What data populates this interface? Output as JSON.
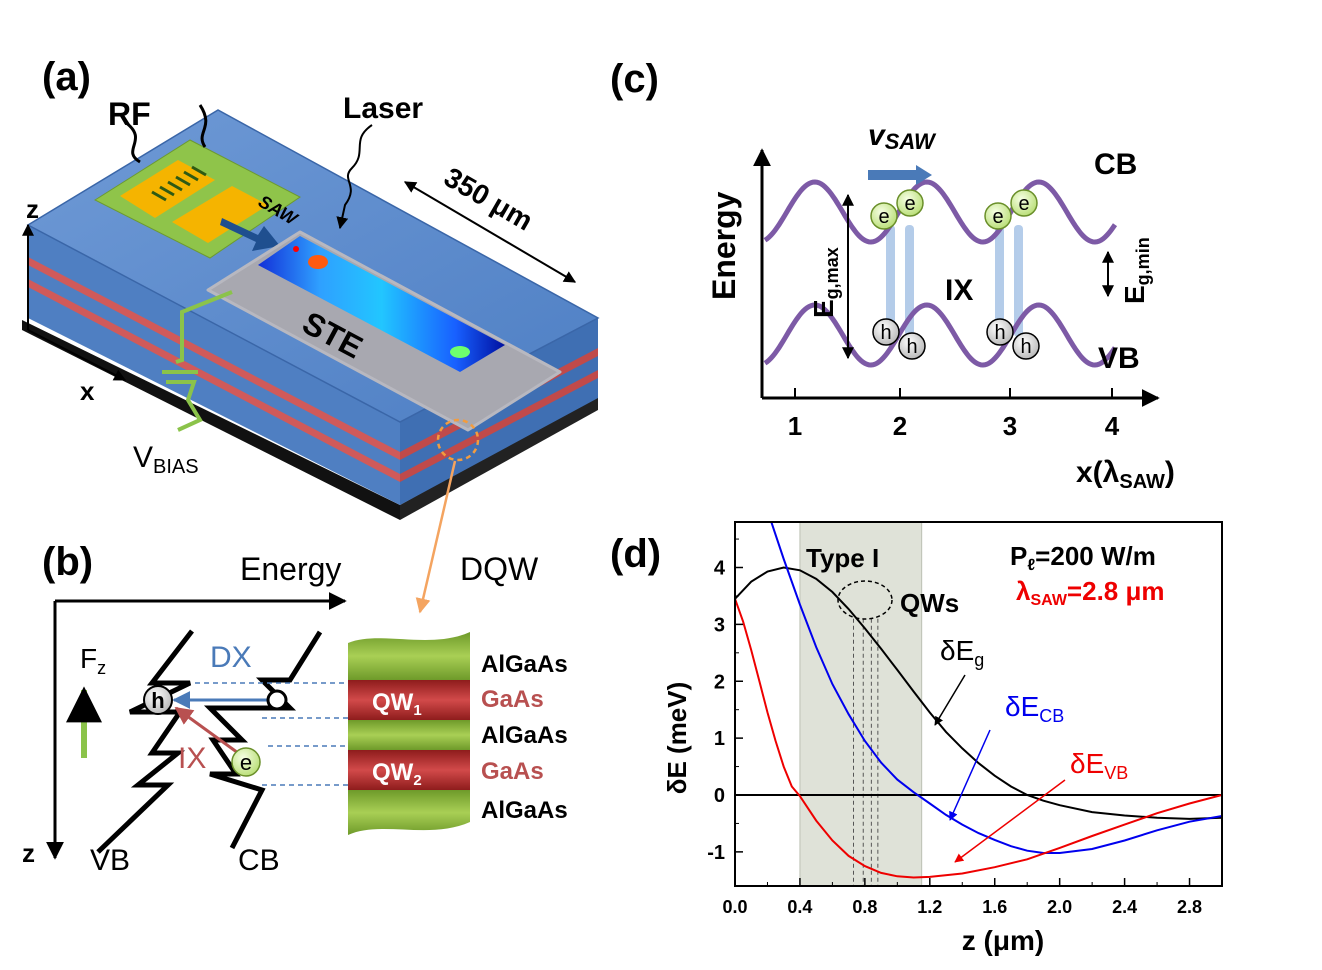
{
  "panel_a": {
    "label": "(a)",
    "rf": "RF",
    "laser": "Laser",
    "saw": "SAW",
    "size": "350 μm",
    "ste": "STE",
    "axis_z": "z",
    "axis_x": "x",
    "vbias_main": "V",
    "vbias_sub": "BIAS"
  },
  "panel_b": {
    "label": "(b)",
    "energy": "Energy",
    "dqw": "DQW",
    "fz_main": "F",
    "fz_sub": "z",
    "dx": "DX",
    "ix": "IX",
    "hole": "h",
    "electron": "e",
    "axis_z": "z",
    "vb": "VB",
    "cb": "CB",
    "qw1_main": "QW",
    "qw1_sub": "1",
    "qw2_main": "QW",
    "qw2_sub": "2",
    "layers": [
      "AlGaAs",
      "GaAs",
      "AlGaAs",
      "GaAs",
      "AlGaAs"
    ]
  },
  "panel_c": {
    "label": "(c)",
    "vsaw_main": "v",
    "vsaw_sub": "SAW",
    "cb": "CB",
    "vb": "VB",
    "ylabel": "Energy",
    "egmax_main": "E",
    "egmax_sub": "g,max",
    "egmin_main": "E",
    "egmin_sub": "g,min",
    "ix": "IX",
    "electron": "e",
    "hole": "h",
    "xticks": [
      "1",
      "2",
      "3",
      "4"
    ],
    "xlabel_main": "x(λ",
    "xlabel_sub": "SAW",
    "xlabel_end": ")"
  },
  "panel_d": {
    "label": "(d)",
    "region": "Type I",
    "qws": "QWs",
    "power_main": "P",
    "power_sub": "ℓ",
    "power_rest": "=200 W/m",
    "lambda_main": "λ",
    "lambda_sub": "SAW",
    "lambda_rest": "=2.8 μm",
    "eg_main": "δE",
    "eg_sub": "g",
    "ecb_main": "δE",
    "ecb_sub": "CB",
    "evb_main": "δE",
    "evb_sub": "VB",
    "xlabel": "z (μm)",
    "ylabel": "δE (meV)"
  },
  "chart_data": {
    "type": "line",
    "xlabel": "z (μm)",
    "ylabel": "δE (meV)",
    "xlim": [
      0.0,
      3.0
    ],
    "ylim": [
      -1.6,
      4.8
    ],
    "xticks": [
      "0.0",
      "0.4",
      "0.8",
      "1.2",
      "1.6",
      "2.0",
      "2.4",
      "2.8"
    ],
    "yticks": [
      "-1",
      "0",
      "1",
      "2",
      "3",
      "4"
    ],
    "shaded_region": [
      0.4,
      1.15
    ],
    "qw_lines": [
      0.73,
      0.79,
      0.84,
      0.88
    ],
    "zero_line": 0,
    "series": [
      {
        "name": "δE_g",
        "color": "#000000",
        "x": [
          0.0,
          0.1,
          0.2,
          0.3,
          0.4,
          0.5,
          0.6,
          0.7,
          0.8,
          0.9,
          1.0,
          1.1,
          1.2,
          1.3,
          1.4,
          1.5,
          1.6,
          1.7,
          1.8,
          1.9,
          2.0,
          2.2,
          2.4,
          2.6,
          2.8,
          3.0
        ],
        "y": [
          3.45,
          3.75,
          3.93,
          4.0,
          3.95,
          3.8,
          3.57,
          3.27,
          2.93,
          2.57,
          2.2,
          1.82,
          1.45,
          1.11,
          0.82,
          0.56,
          0.34,
          0.15,
          0.0,
          -0.1,
          -0.18,
          -0.3,
          -0.36,
          -0.4,
          -0.42,
          -0.4
        ]
      },
      {
        "name": "δE_CB",
        "color": "#0000ee",
        "x": [
          0.2,
          0.3,
          0.4,
          0.5,
          0.6,
          0.7,
          0.8,
          0.9,
          1.0,
          1.1,
          1.2,
          1.3,
          1.4,
          1.5,
          1.6,
          1.7,
          1.8,
          1.9,
          2.0,
          2.2,
          2.4,
          2.6,
          2.8,
          3.0
        ],
        "y": [
          5.0,
          4.15,
          3.35,
          2.6,
          1.95,
          1.42,
          0.95,
          0.57,
          0.27,
          0.05,
          -0.15,
          -0.35,
          -0.52,
          -0.67,
          -0.79,
          -0.9,
          -0.98,
          -1.02,
          -1.02,
          -0.95,
          -0.8,
          -0.62,
          -0.47,
          -0.37
        ]
      },
      {
        "name": "δE_VB",
        "color": "#ee0000",
        "x": [
          0.0,
          0.05,
          0.1,
          0.15,
          0.2,
          0.25,
          0.3,
          0.35,
          0.4,
          0.5,
          0.6,
          0.7,
          0.8,
          0.9,
          1.0,
          1.1,
          1.2,
          1.4,
          1.6,
          1.8,
          2.0,
          2.2,
          2.4,
          2.6,
          2.8,
          3.0
        ],
        "y": [
          3.45,
          3.05,
          2.55,
          2.0,
          1.45,
          0.95,
          0.5,
          0.15,
          -0.02,
          -0.45,
          -0.8,
          -1.07,
          -1.25,
          -1.37,
          -1.43,
          -1.45,
          -1.44,
          -1.38,
          -1.27,
          -1.13,
          -0.93,
          -0.72,
          -0.52,
          -0.32,
          -0.15,
          0.0
        ]
      }
    ]
  }
}
